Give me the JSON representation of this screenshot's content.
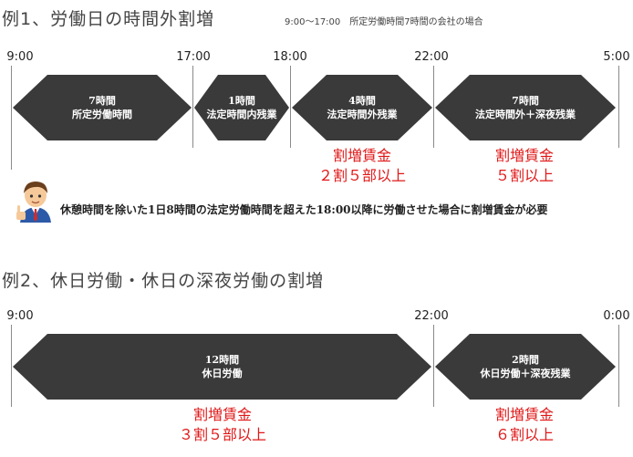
{
  "example1": {
    "title": "例1、労働日の時間外割増",
    "subtitle": "9:00〜17:00　所定労働時間7時間の会社の場合",
    "times": [
      "9:00",
      "17:00",
      "18:00",
      "22:00",
      "5:00"
    ],
    "segments": [
      {
        "line1": "7時間",
        "line2": "所定労働時間"
      },
      {
        "line1": "1時間",
        "line2": "法定時間内残業"
      },
      {
        "line1": "4時間",
        "line2": "法定時間外残業"
      },
      {
        "line1": "7時間",
        "line2": "法定時間外＋深夜残業"
      }
    ],
    "rates": [
      {
        "line1": "割増賃金",
        "line2": "２割５部以上"
      },
      {
        "line1": "割増賃金",
        "line2": "５割以上"
      }
    ],
    "note": "休憩時間を除いた1日8時間の法定労働時間を超えた18:00以降に労働させた場合に割増賃金が必要"
  },
  "example2": {
    "title": "例2、休日労働・休日の深夜労働の割増",
    "times": [
      "9:00",
      "22:00",
      "0:00"
    ],
    "segments": [
      {
        "line1": "12時間",
        "line2": "休日労働"
      },
      {
        "line1": "2時間",
        "line2": "休日労働＋深夜残業"
      }
    ],
    "rates": [
      {
        "line1": "割増賃金",
        "line2": "３割５部以上"
      },
      {
        "line1": "割増賃金",
        "line2": "６割以上"
      }
    ]
  },
  "colors": {
    "arrow": "#3a3a3a",
    "rate_text": "#e01818",
    "line": "#8a8a8a"
  },
  "icons": {
    "advisor": "businessman-avatar-icon"
  }
}
